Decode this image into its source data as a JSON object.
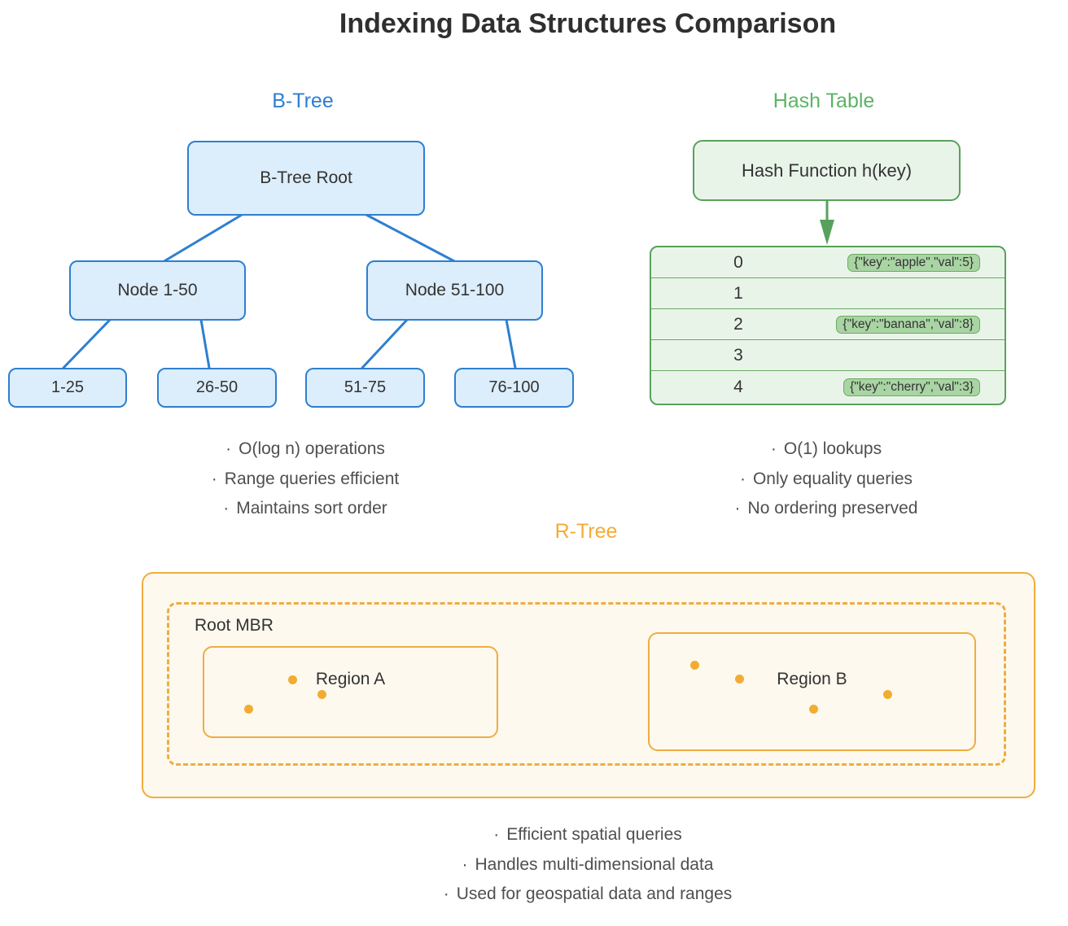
{
  "title": "Indexing Data Structures Comparison",
  "btree": {
    "label": "B-Tree",
    "root": "B-Tree Root",
    "nodes": [
      "Node 1-50",
      "Node 51-100"
    ],
    "leaves": [
      "1-25",
      "26-50",
      "51-75",
      "76-100"
    ],
    "bullets": [
      "O(log n) operations",
      "Range queries efficient",
      "Maintains sort order"
    ]
  },
  "hash": {
    "label": "Hash Table",
    "function_box": "Hash Function h(key)",
    "rows": [
      {
        "index": "0",
        "value": "{\"key\":\"apple\",\"val\":5}"
      },
      {
        "index": "1",
        "value": ""
      },
      {
        "index": "2",
        "value": "{\"key\":\"banana\",\"val\":8}"
      },
      {
        "index": "3",
        "value": ""
      },
      {
        "index": "4",
        "value": "{\"key\":\"cherry\",\"val\":3}"
      }
    ],
    "bullets": [
      "O(1) lookups",
      "Only equality queries",
      "No ordering preserved"
    ]
  },
  "rtree": {
    "label": "R-Tree",
    "root_mbr_label": "Root MBR",
    "regions": [
      {
        "label": "Region A",
        "points": 3
      },
      {
        "label": "Region B",
        "points": 4
      }
    ],
    "bullets": [
      "Efficient spatial queries",
      "Handles multi-dimensional data",
      "Used for geospatial data and ranges"
    ]
  },
  "colors": {
    "btree_accent": "#2e7fd0",
    "btree_fill": "#dcedfb",
    "btree_label": "#2b7fd4",
    "hash_accent": "#58a15c",
    "hash_fill": "#e9f4e9",
    "hash_pill": "#a9d4a3",
    "hash_label": "#5cb464",
    "rtree_accent": "#f0ac40",
    "rtree_fill": "#fdf9ee",
    "rtree_label": "#f5ab36",
    "title_text": "#2f2f2f",
    "body_text": "#4f4f4f"
  }
}
